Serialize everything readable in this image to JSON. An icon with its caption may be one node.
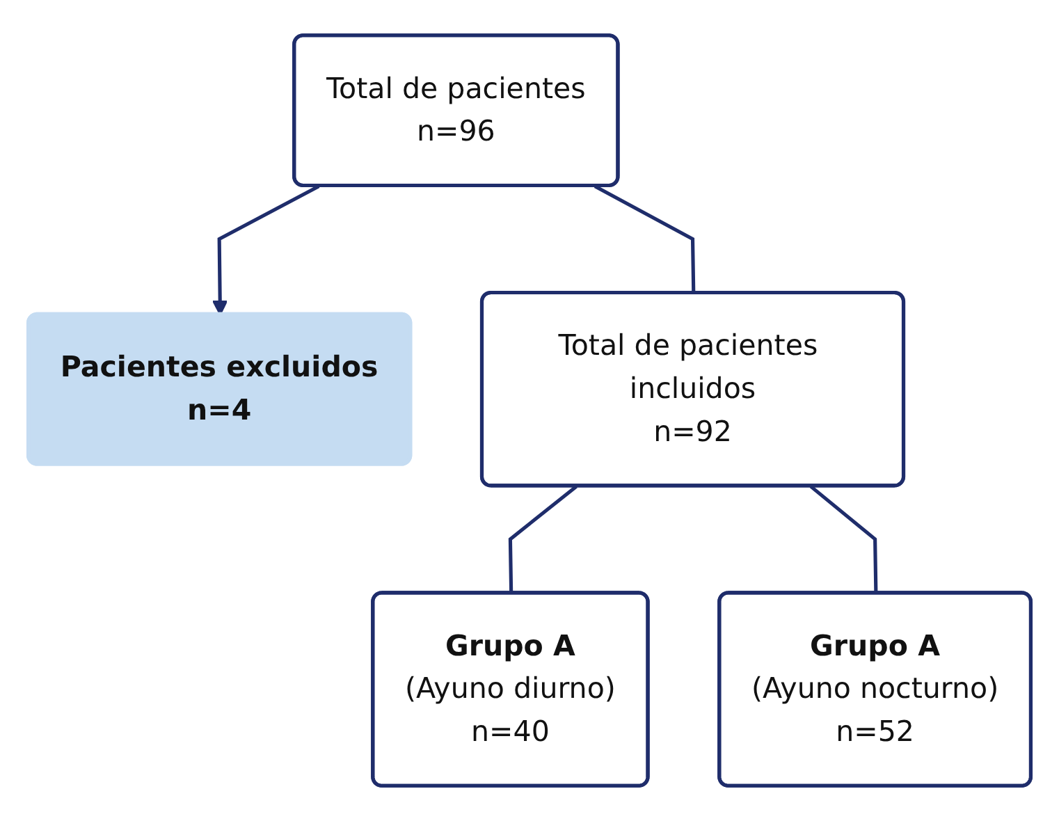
{
  "diagram": {
    "nodes": [
      {
        "text": [
          "Total de pacientes",
          "n=96"
        ]
      },
      {
        "text": [
          "Pacientes excluidos",
          "n=4"
        ]
      },
      {
        "text": [
          "Total de pacientes incluidos",
          "n=92"
        ]
      },
      {
        "text": [
          "Grupo A",
          "(Ayuno diurno)",
          "n=40"
        ]
      },
      {
        "text": [
          "Grupo A",
          "(Ayuno nocturno)",
          "n=52"
        ]
      }
    ],
    "edges": [
      {
        "from": 0,
        "to": 1,
        "arrow": "to"
      },
      {
        "from": 0,
        "to": 2,
        "arrow": "none"
      },
      {
        "from": 2,
        "to": 3,
        "arrow": "none"
      },
      {
        "from": 2,
        "to": 4,
        "arrow": "none"
      }
    ]
  }
}
